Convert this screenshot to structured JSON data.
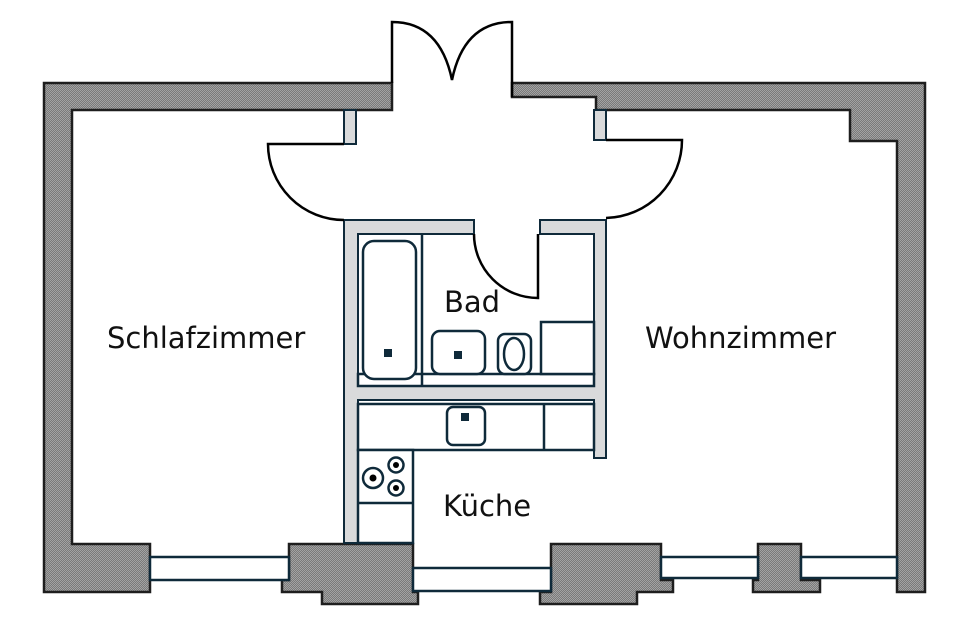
{
  "plan": {
    "title": "Floor plan",
    "rooms": [
      {
        "id": "schlafzimmer",
        "label": "Schlafzimmer"
      },
      {
        "id": "bad",
        "label": "Bad"
      },
      {
        "id": "wohnzimmer",
        "label": "Wohnzimmer"
      },
      {
        "id": "kueche",
        "label": "Küche"
      }
    ],
    "fixtures": {
      "bathroom": [
        "bathtub",
        "washbasin",
        "toilet",
        "cabinet"
      ],
      "kitchen": [
        "sink",
        "stove",
        "counter"
      ]
    },
    "colors": {
      "exterior_wall": "#8c8c8c",
      "interior_wall": "#d9dadb",
      "outline": "#0f2a3a"
    }
  }
}
